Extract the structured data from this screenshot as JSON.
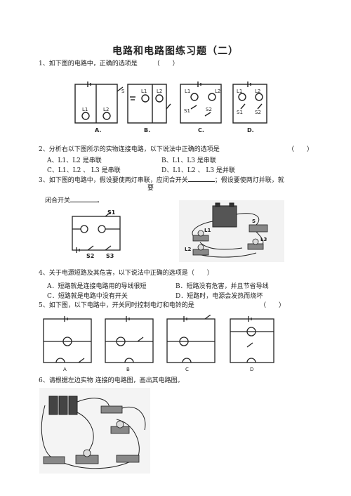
{
  "title": "电路和电路图练习题（二）",
  "q1": {
    "text": "1、如下图的电路中，正确的选项是",
    "paren": "（　　）",
    "labels": [
      "A.",
      "B.",
      "C.",
      "D."
    ],
    "comp": {
      "l1": "L1",
      "l2": "L2",
      "s": "S",
      "s1": "S1",
      "s2": "S2"
    }
  },
  "q2": {
    "text": "2、分析右以下图所示的实物连接电路，以下说法中正确的选项是",
    "paren": "（　　）",
    "options": [
      "A、L1、L2 是串联",
      "B、L1、L3 是串联",
      "C、L1、L2 、 L3 是串联",
      "D、L1、L2 、 L3 是并联"
    ]
  },
  "q3": {
    "text_a": "3、如下图的电路中，假设要使两灯串联，应闭合开关",
    "text_b": "；假设要使两灯并联，就",
    "text_c": "要",
    "text_d": "闭合开关",
    "end": "。",
    "comp": {
      "s1": "S1",
      "s2": "S2",
      "s3": "S3",
      "l1": "L1",
      "l2": "L2",
      "l3": "L3",
      "s": "S"
    }
  },
  "q4": {
    "text": "4、关于电源短路及其危害，以下说法中正确的选项是",
    "paren": "（　　）",
    "options": [
      "A．短路就是连接电路用的导线很短",
      "B．短路没有危害，并且节省导线",
      "C．短路就是电路中没有开关",
      "D．短路时，电源会发热而烧坏"
    ]
  },
  "q5": {
    "text": "5、如下图，以下电路中，开关同时控制电灯和电铃的是",
    "paren": "（　　）",
    "labels": [
      "A",
      "B",
      "C",
      "D"
    ]
  },
  "q6": {
    "text": "6、请根据左边实物  连接的电路图，画出其电路图。"
  }
}
